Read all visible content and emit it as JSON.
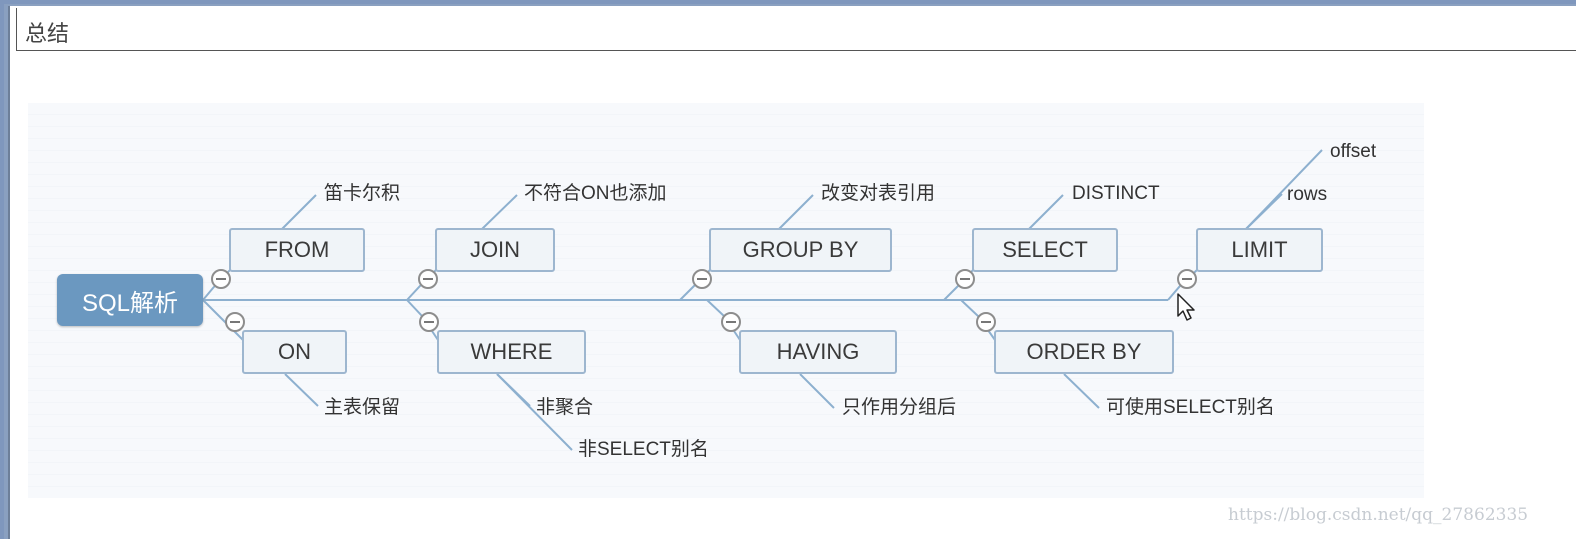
{
  "panel": {
    "title": "总结"
  },
  "mindmap": {
    "root": "SQL解析",
    "nodes": {
      "from": "FROM",
      "on": "ON",
      "join": "JOIN",
      "where": "WHERE",
      "group_by": "GROUP BY",
      "having": "HAVING",
      "select": "SELECT",
      "order_by": "ORDER BY",
      "limit": "LIMIT"
    },
    "notes": {
      "from": "笛卡尔积",
      "on": "主表保留",
      "join": "不符合ON也添加",
      "where_1": "非聚合",
      "where_2": "非SELECT别名",
      "group_by": "改变对表引用",
      "having": "只作用分组后",
      "select": "DISTINCT",
      "order_by": "可使用SELECT别名",
      "limit_1": "offset",
      "limit_2": "rows"
    }
  },
  "watermark": "https://blog.csdn.net/qq_27862335",
  "colors": {
    "root_fill": "#6b98c0",
    "node_border": "#9db6cf",
    "node_fill": "#f0f4f8",
    "connector": "#8db0cf"
  }
}
